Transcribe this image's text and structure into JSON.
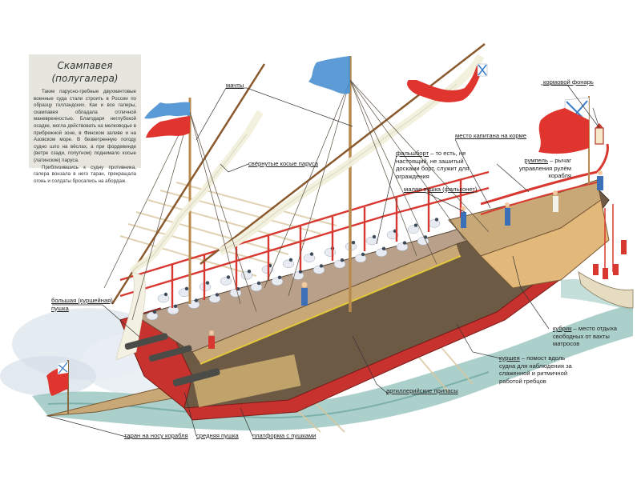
{
  "infobox": {
    "title_line1": "Скампавея",
    "title_line2": "(полугалера)",
    "paragraph1": "Такие парусно-гребные двухмачтовые военные суда стали строить в России по образцу голландских. Как и все галеры, скампавея обладала отличной маневренностью. Благодаря неглубокой осадке, могла действовать на мелководье в прибрежной зоне, в Финском заливе и на Азовском море. В безветренную погоду судно шло на вёслах, а при фордевинде (ветре сзади, попутном) поднимало косые (латинские) паруса.",
    "paragraph2": "Приблизившись к судну противника, галера вонзала в него таран, прекращала огонь и солдаты бросались на абордаж."
  },
  "labels": {
    "masts": {
      "term": "мачты",
      "desc": ""
    },
    "furled_sails": {
      "term": "свёрнутые косые паруса",
      "desc": ""
    },
    "stern_lantern": {
      "term": "кормовой фонарь",
      "desc": ""
    },
    "captain_place": {
      "term": "место капитана на корме",
      "desc": ""
    },
    "bulwark": {
      "term": "фальшборт",
      "desc": " – то есть, не настоящий, не зашитый досками борт, служит для ограждения"
    },
    "small_cannon": {
      "term": "малая пушка (фальконет)",
      "desc": ""
    },
    "tiller": {
      "term": "румпель",
      "desc": " – рычаг управления рулём корабля"
    },
    "big_cannon": {
      "term": "большая (куршейная) пушка",
      "desc": ""
    },
    "cabin": {
      "term": "кубрик",
      "desc": " – место отдыха свободных от вахты матросов"
    },
    "gangway": {
      "term": "куршея",
      "desc": " – помост вдоль судна для наблюдения за слаженной и ритмичной работой гребцов"
    },
    "ammo": {
      "term": "артиллерийские припасы",
      "desc": ""
    },
    "ram": {
      "term": "таран на носу корабля",
      "desc": ""
    },
    "middle_cannon": {
      "term": "средняя пушка",
      "desc": ""
    },
    "gun_platform": {
      "term": "платформа с пушками",
      "desc": ""
    }
  },
  "colors": {
    "hull_red": "#c8322e",
    "deck_wood": "#c9a877",
    "mast_wood": "#b98a4e",
    "sail": "#f1f0dc",
    "flag_red": "#e0352e",
    "flag_blue": "#4a90d0",
    "water": "#8fbfb8",
    "rower_white": "#e8ecf2",
    "infobox_bg": "#e6e6de"
  }
}
